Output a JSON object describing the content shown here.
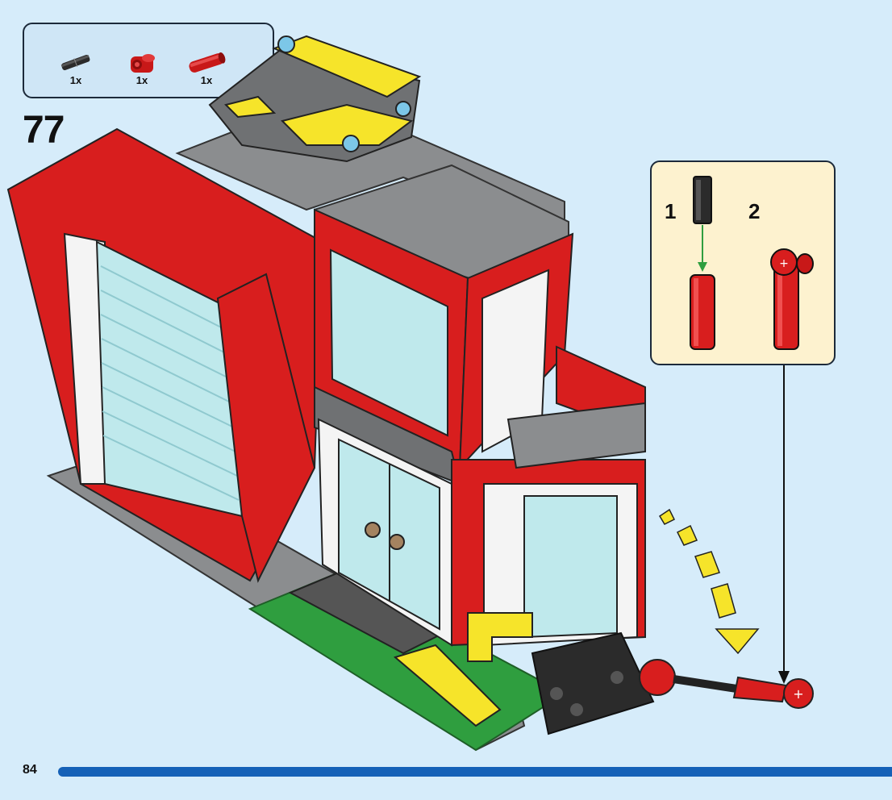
{
  "parts_list": {
    "items": [
      {
        "name": "black axle pin",
        "qty": "1x"
      },
      {
        "name": "red pin connector",
        "qty": "1x"
      },
      {
        "name": "red axle connector",
        "qty": "1x"
      }
    ]
  },
  "step": {
    "number": "77"
  },
  "callout": {
    "sub_steps": [
      "1",
      "2"
    ]
  },
  "page": {
    "number": "84"
  },
  "colors": {
    "background": "#d6ecfa",
    "callout_background": "#fdf2cf",
    "page_bar": "#1561b7",
    "brick_red": "#d81e1e",
    "brick_yellow": "#f6e42a",
    "plate_gray": "#8b8d8f",
    "plate_green": "#2f9e3f",
    "glass": "#bfe9ec"
  }
}
